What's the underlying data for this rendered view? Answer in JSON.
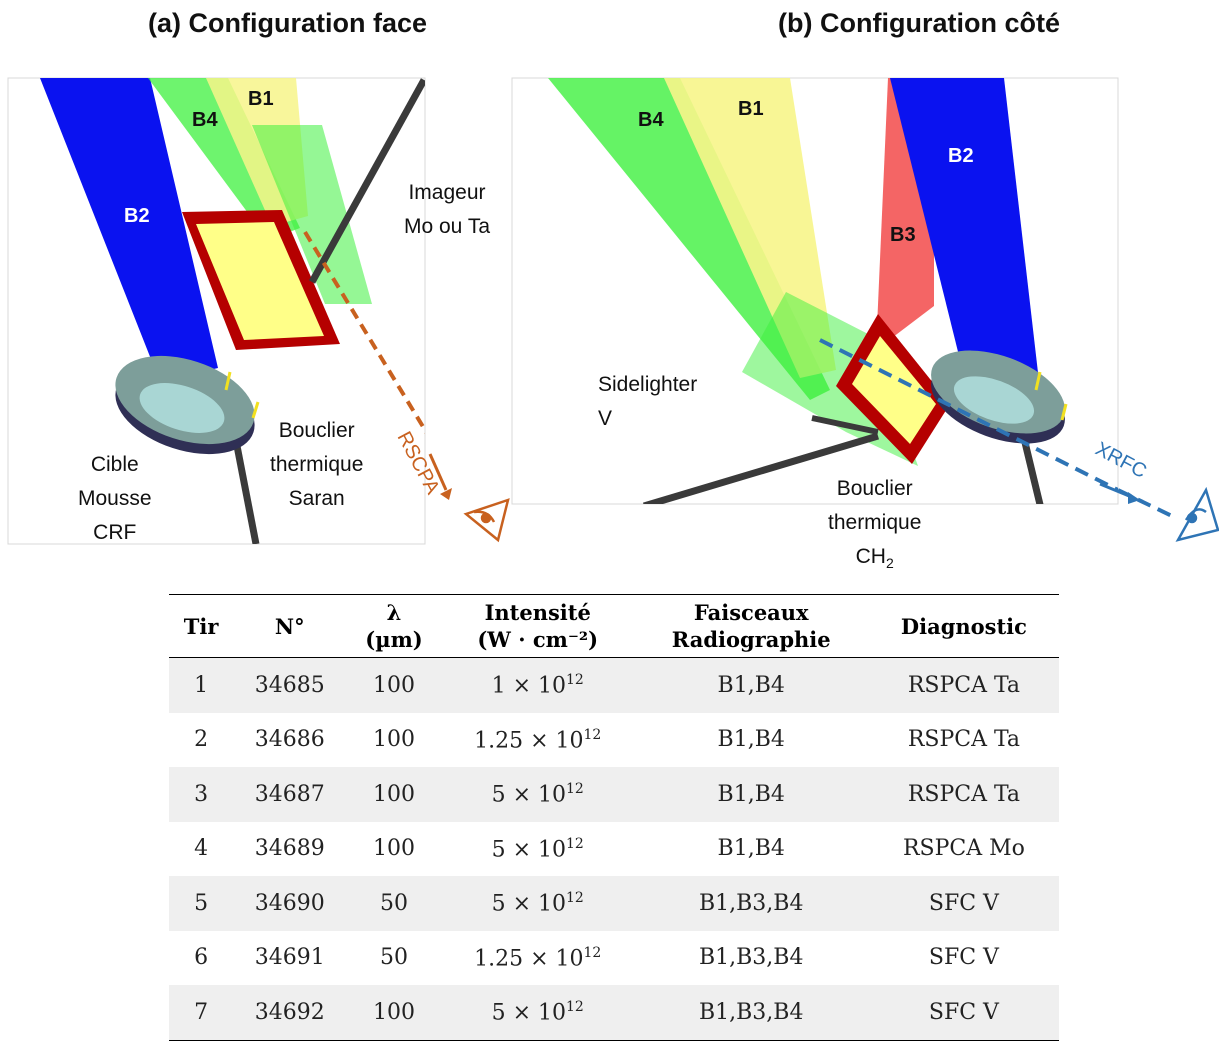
{
  "panels": {
    "a": {
      "title": "(a) Configuration face",
      "beams": {
        "b1": "B1",
        "b4": "B4",
        "b2": "B2"
      },
      "imager": [
        "Imageur",
        "Mo ou Ta"
      ],
      "shield": [
        "Bouclier",
        "thermique",
        "Saran"
      ],
      "target": [
        "Cible",
        "Mousse",
        "CRF"
      ],
      "diag": "RSCPA"
    },
    "b": {
      "title": "(b) Configuration côté",
      "beams": {
        "b4": "B4",
        "b1": "B1",
        "b3": "B3",
        "b2": "B2"
      },
      "sidelighter": [
        "Sidelighter",
        "V"
      ],
      "shield": [
        "Bouclier",
        "thermique"
      ],
      "shield_sub": {
        "base": "CH",
        "sub": "2"
      },
      "diag": "XRFC"
    }
  },
  "table": {
    "headers": {
      "tir": "Tir",
      "n": "N°",
      "lambda": [
        "λ",
        "(µm)"
      ],
      "intensity": [
        "Intensité",
        "(W · cm⁻²)"
      ],
      "beams": [
        "Faisceaux",
        "Radiographie"
      ],
      "diag": "Diagnostic"
    },
    "rows": [
      {
        "tir": "1",
        "n": "34685",
        "lambda": "100",
        "int_mant": "1 × 10",
        "int_exp": "12",
        "beams": "B1,B4",
        "diag": "RSPCA Ta"
      },
      {
        "tir": "2",
        "n": "34686",
        "lambda": "100",
        "int_mant": "1.25 × 10",
        "int_exp": "12",
        "beams": "B1,B4",
        "diag": "RSPCA Ta"
      },
      {
        "tir": "3",
        "n": "34687",
        "lambda": "100",
        "int_mant": "5 × 10",
        "int_exp": "12",
        "beams": "B1,B4",
        "diag": "RSPCA Ta"
      },
      {
        "tir": "4",
        "n": "34689",
        "lambda": "100",
        "int_mant": "5 × 10",
        "int_exp": "12",
        "beams": "B1,B4",
        "diag": "RSPCA Mo"
      },
      {
        "tir": "5",
        "n": "34690",
        "lambda": "50",
        "int_mant": "5 × 10",
        "int_exp": "12",
        "beams": "B1,B3,B4",
        "diag": "SFC V"
      },
      {
        "tir": "6",
        "n": "34691",
        "lambda": "50",
        "int_mant": "1.25 × 10",
        "int_exp": "12",
        "beams": "B1,B3,B4",
        "diag": "SFC V"
      },
      {
        "tir": "7",
        "n": "34692",
        "lambda": "100",
        "int_mant": "5 × 10",
        "int_exp": "12",
        "beams": "B1,B3,B4",
        "diag": "SFC V"
      }
    ]
  },
  "colors": {
    "blue_beam": "#0a12f0",
    "green_beam": "#3ef03e",
    "yellow_beam": "#f7f58a",
    "red_beam": "#f24a4a",
    "shield_frame": "#b50000",
    "shield_fill": "#ffff88",
    "rscpa": "#c8611f",
    "xrfc": "#2e74b5"
  }
}
